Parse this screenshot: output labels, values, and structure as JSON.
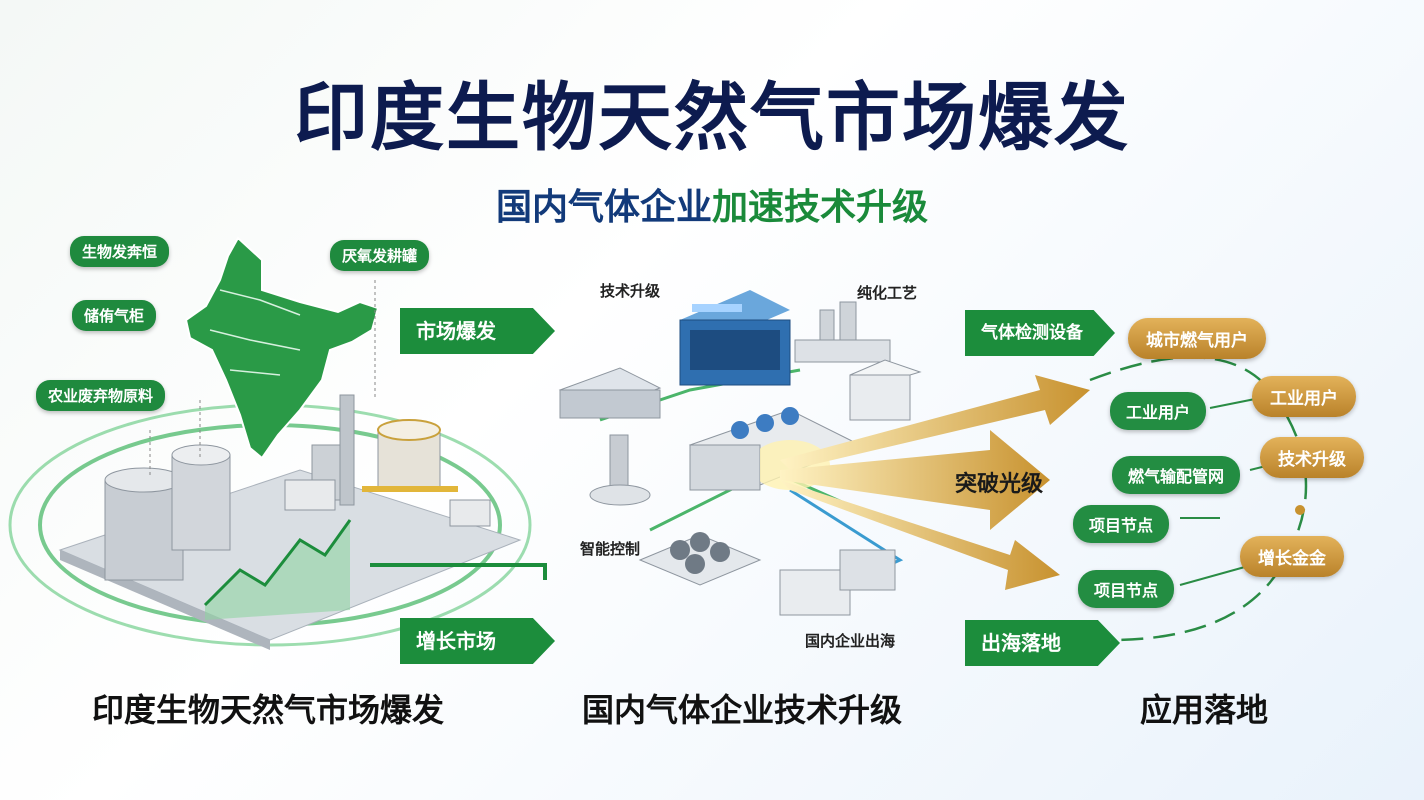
{
  "title": "印度生物天然气市场爆发",
  "subtitle": {
    "part_a": "国内气体企业",
    "part_b": "加速技术升级"
  },
  "left": {
    "tags": [
      "生物发奔恒",
      "储侑气柜",
      "农业废弃物原料",
      "厌氧发耕罐"
    ]
  },
  "middle": {
    "arrows": [
      "市场爆发",
      "增长市场"
    ],
    "labels": [
      "技术升级",
      "纯化工艺",
      "智能控制",
      "国内企业出海"
    ],
    "screen_text": "████"
  },
  "right": {
    "arrows": [
      "气体检测设备",
      "突破光级",
      "出海落地"
    ],
    "green_tags": [
      "工业用户",
      "燃气输配管网",
      "项目节点",
      "项目节点"
    ],
    "gold_tags": [
      "城市燃气用户",
      "工业用户",
      "技术升级",
      "增长金金"
    ]
  },
  "footer": [
    "印度生物天然气市场爆发",
    "国内气体企业技术升级",
    "应用落地"
  ],
  "colors": {
    "navy": "#0d1b4f",
    "green": "#1c8d3c",
    "gold": "#c8922f"
  }
}
